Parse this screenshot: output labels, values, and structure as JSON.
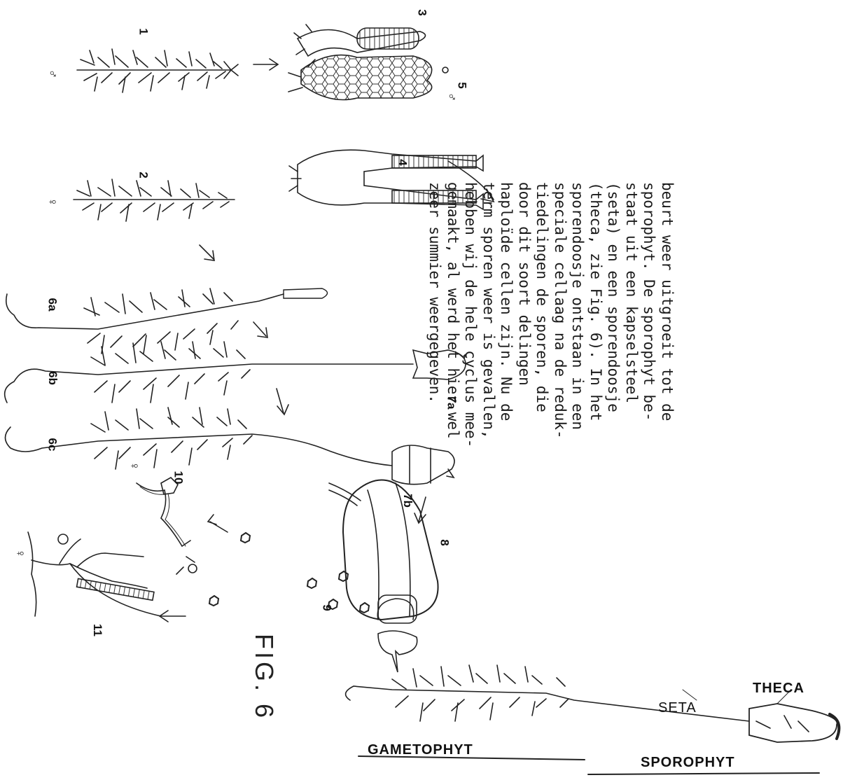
{
  "paragraph": {
    "lines": [
      "beurt weer uitgroeit tot de",
      "sporophyt. De sporophyt be-",
      "staat uit een kapselsteel",
      "(seta) en een sporendoosje",
      "(theca, zie Fig. 6). In het",
      "sporendoosje ontstaan in een",
      "speciale cellaag na de reduk-",
      "tiedelingen de sporen, die",
      "door dit soort delingen",
      "haploïde cellen zijn. Nu de",
      "term sporen weer is gevallen,",
      "hebben wij de hele cyclus mee-",
      "gemaakt, al werd het hier wel",
      "zeer summier weergegeven."
    ]
  },
  "figure": {
    "label": "FIG. 6",
    "labels": {
      "theca": "THECA",
      "seta": "SETA",
      "gametophyt": "GAMETOPHYT",
      "sporophyt": "SPOROPHYT"
    },
    "stage_numbers": [
      "1",
      "2",
      "3",
      "4",
      "5",
      "6a",
      "6b",
      "6c",
      "7a",
      "7b",
      "8",
      "9",
      "10",
      "11"
    ],
    "sex_symbols": {
      "male": "♂",
      "female": "♀"
    }
  }
}
